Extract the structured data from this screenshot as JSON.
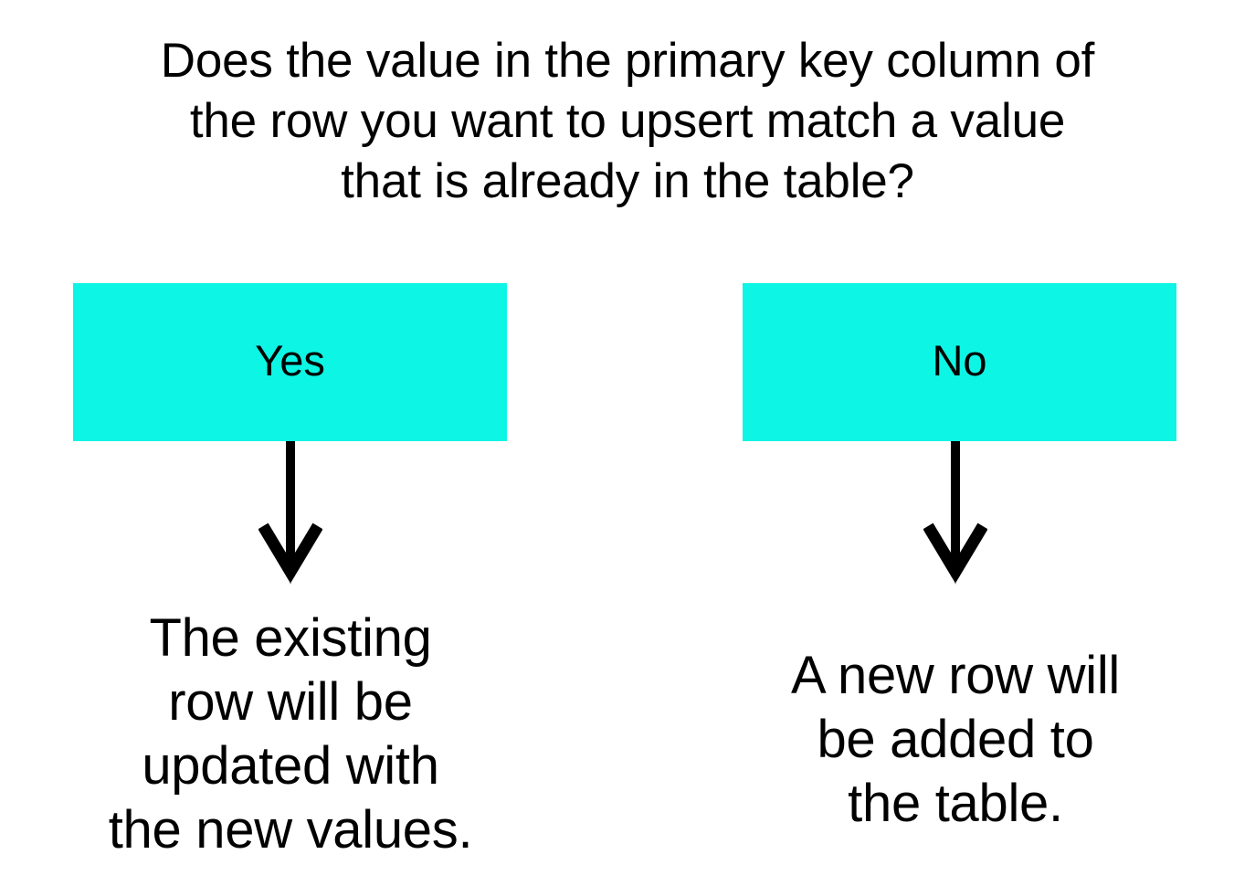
{
  "diagram": {
    "type": "decision-flowchart",
    "background_color": "#ffffff",
    "text_color": "#000000",
    "accent_color": "#0df5e4",
    "question": "Does the value in the primary key column of\nthe row you want to upsert match a value\nthat is already in the table?",
    "branches": [
      {
        "id": "yes",
        "box_label": "Yes",
        "box_fill": "#0df5e4",
        "arrow": "down-arrow-icon",
        "outcome": "The existing\nrow will be\nupdated with\nthe new values."
      },
      {
        "id": "no",
        "box_label": "No",
        "box_fill": "#0df5e4",
        "arrow": "down-arrow-icon",
        "outcome": "A new row will\nbe added to\nthe table."
      }
    ]
  }
}
